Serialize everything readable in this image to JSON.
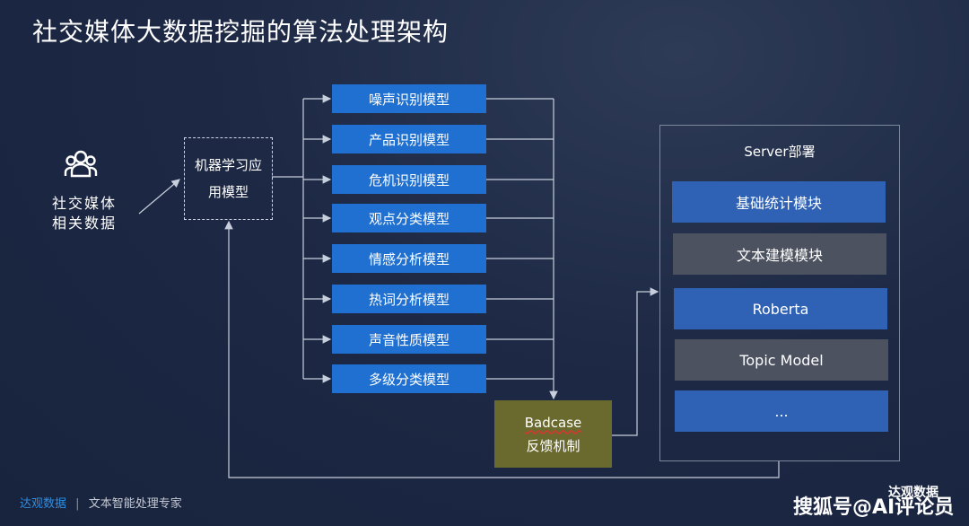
{
  "title": "社交媒体大数据挖掘的算法处理架构",
  "source": {
    "icon": "users-group-icon",
    "line1": "社交媒体",
    "line2": "相关数据"
  },
  "ml_box": {
    "line1": "机器学习应",
    "line2": "用模型"
  },
  "models": [
    "噪声识别模型",
    "产品识别模型",
    "危机识别模型",
    "观点分类模型",
    "情感分析模型",
    "热词分析模型",
    "声音性质模型",
    "多级分类模型"
  ],
  "badcase": {
    "line1": "Badcase",
    "line2": "反馈机制"
  },
  "server": {
    "title": "Server部署",
    "items": [
      {
        "label": "基础统计模块",
        "color": "#2f62b4"
      },
      {
        "label": "文本建模模块",
        "color": "#4c5260"
      },
      {
        "label": "Roberta",
        "color": "#2f62b4"
      },
      {
        "label": "Topic Model",
        "color": "#4c5260"
      },
      {
        "label": "...",
        "color": "#2f62b4"
      }
    ]
  },
  "footer": {
    "brand": "达观数据",
    "separator": "|",
    "slogan": "文本智能处理专家",
    "logo": "达观数据",
    "watermark": "搜狐号@AI评论员"
  }
}
